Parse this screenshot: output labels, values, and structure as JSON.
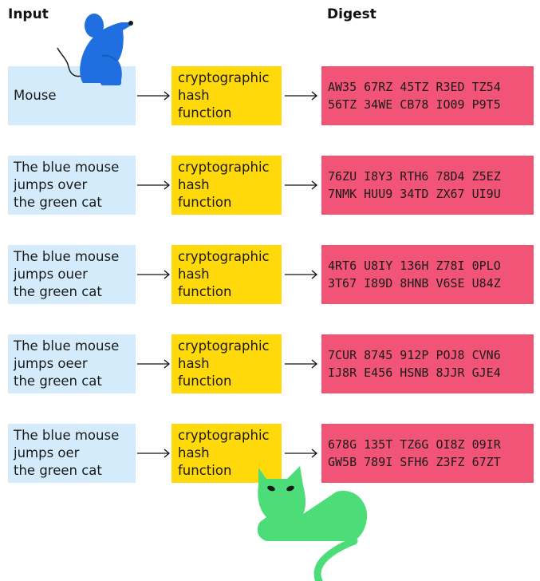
{
  "headings": {
    "input": "Input",
    "digest": "Digest"
  },
  "hash_function_label": "cryptographic\nhash\nfunction",
  "rows": [
    {
      "input": "Mouse",
      "digest_line1": "AW35 67RZ 45TZ R3ED TZ54",
      "digest_line2": "56TZ 34WE CB78 IO09 P9T5"
    },
    {
      "input": "The blue mouse\njumps over\nthe green cat",
      "digest_line1": "76ZU I8Y3 RTH6 78D4 Z5EZ",
      "digest_line2": "7NMK HUU9 34TD ZX67 UI9U"
    },
    {
      "input": "The blue mouse\njumps ouer\nthe green cat",
      "digest_line1": "4RT6 U8IY 136H Z78I 0PLO",
      "digest_line2": "3T67 I89D 8HNB V6SE U84Z"
    },
    {
      "input": "The blue mouse\njumps oeer\nthe green cat",
      "digest_line1": "7CUR 8745 912P POJ8 CVN6",
      "digest_line2": "IJ8R E456 HSNB 8JJR GJE4"
    },
    {
      "input": "The blue mouse\njumps oer\nthe green cat",
      "digest_line1": "678G 135T TZ6G OI8Z 09IR",
      "digest_line2": "GW5B 789I SFH6 Z3FZ 67ZT"
    }
  ],
  "colors": {
    "input_box": "#d4ebfb",
    "hash_box": "#ffd90a",
    "digest_box": "#f25478",
    "mouse": "#1f6fe0",
    "cat": "#4cdd79"
  },
  "icons": {
    "mouse": "mouse-icon",
    "cat": "cat-icon",
    "arrow": "arrow-right-icon"
  }
}
